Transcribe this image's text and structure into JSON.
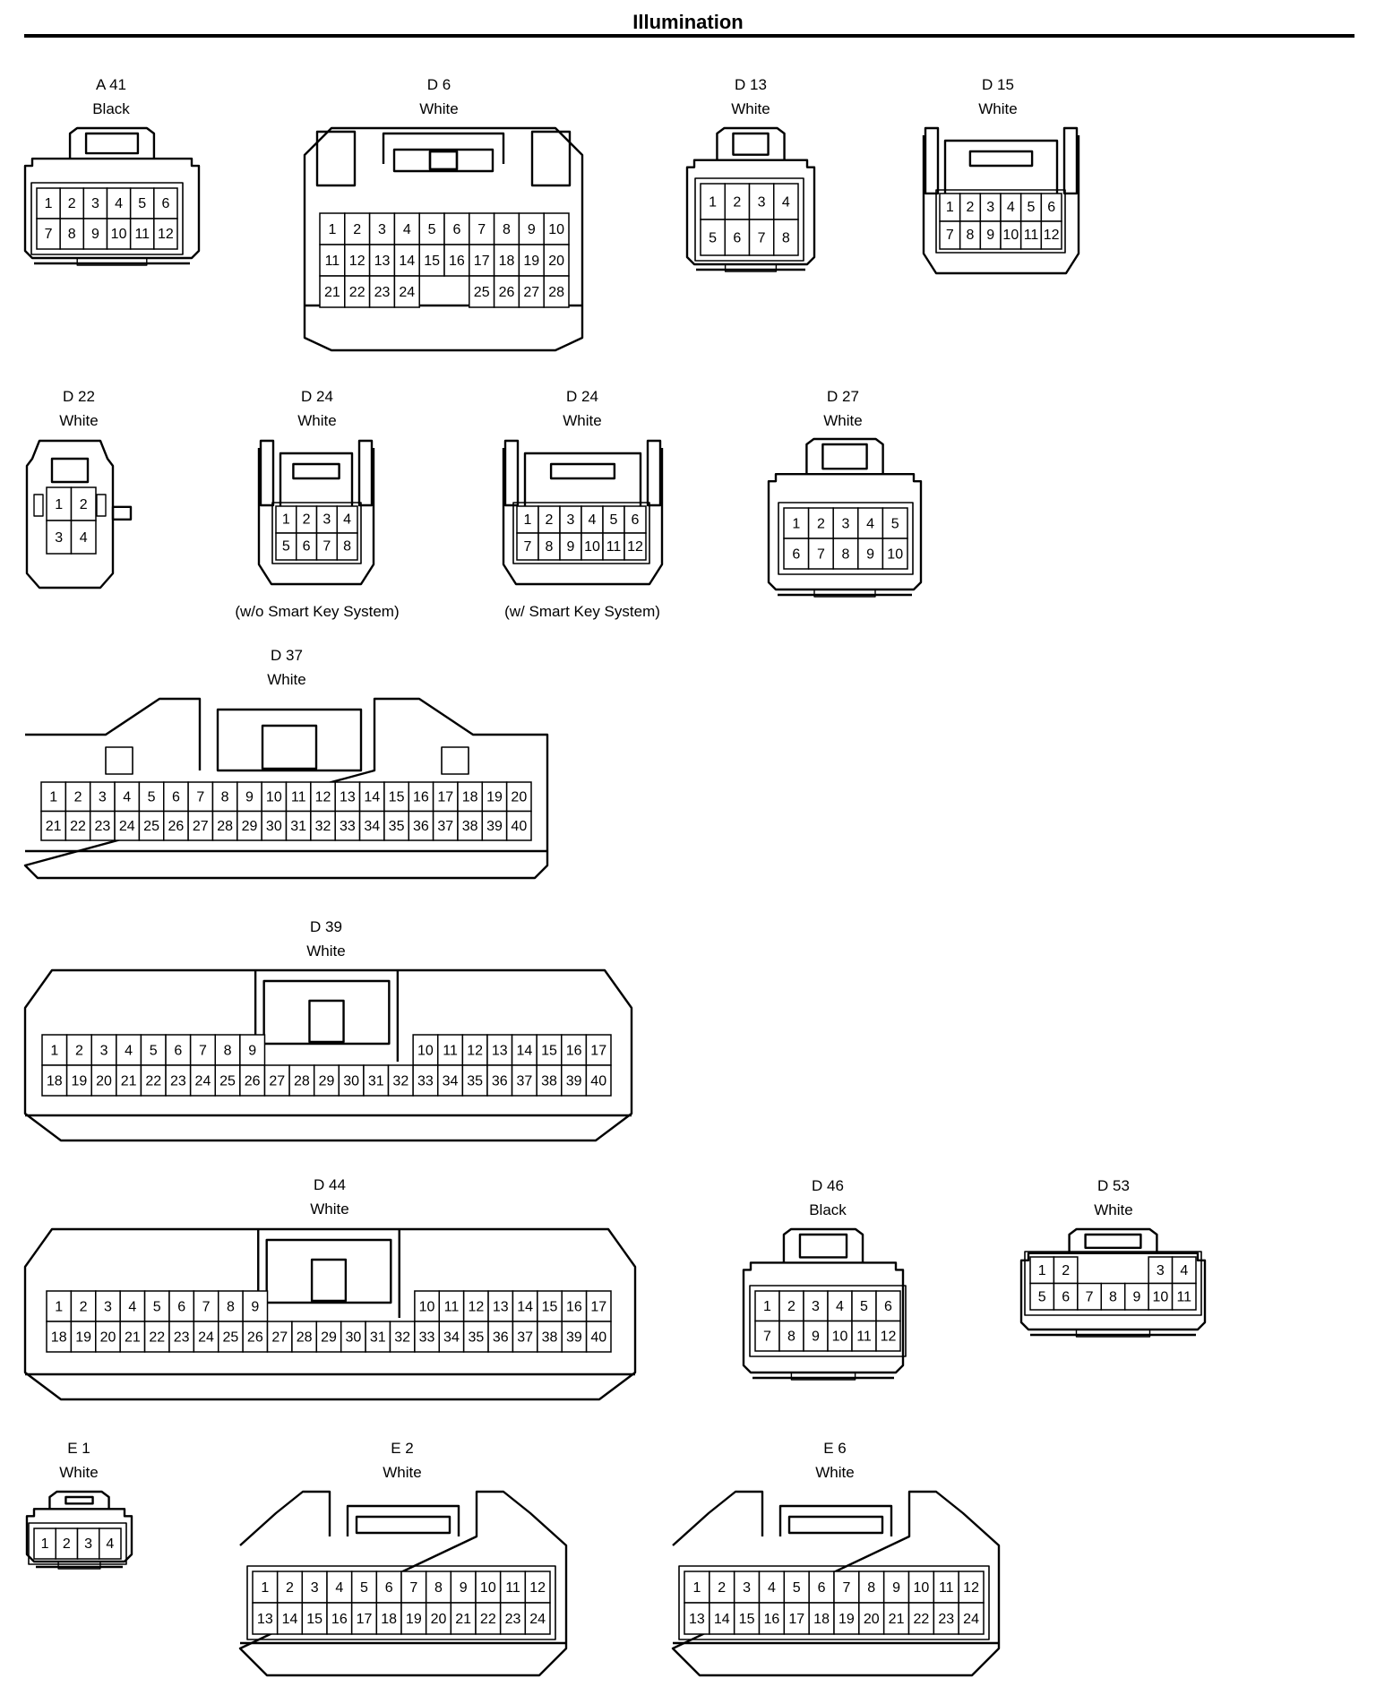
{
  "page": {
    "title": "Illumination"
  },
  "connectors": [
    {
      "id": "A 41",
      "color": "Black",
      "rows": [
        [
          1,
          2,
          3,
          4,
          5,
          6
        ],
        [
          7,
          8,
          9,
          10,
          11,
          12
        ]
      ]
    },
    {
      "id": "D 6",
      "color": "White",
      "rows": [
        [
          1,
          2,
          3,
          4,
          5,
          6,
          7,
          8,
          9,
          10
        ],
        [
          11,
          12,
          13,
          14,
          15,
          16,
          17,
          18,
          19,
          20
        ],
        [
          21,
          22,
          23,
          24,
          null,
          null,
          25,
          26,
          27,
          28
        ]
      ]
    },
    {
      "id": "D 13",
      "color": "White",
      "rows": [
        [
          1,
          2,
          3,
          4
        ],
        [
          5,
          6,
          7,
          8
        ]
      ]
    },
    {
      "id": "D 15",
      "color": "White",
      "rows": [
        [
          1,
          2,
          3,
          4,
          5,
          6
        ],
        [
          7,
          8,
          9,
          10,
          11,
          12
        ]
      ]
    },
    {
      "id": "D 22",
      "color": "White",
      "rows": [
        [
          1,
          2
        ],
        [
          3,
          4
        ]
      ]
    },
    {
      "id": "D 24",
      "color": "White",
      "rows": [
        [
          1,
          2,
          3,
          4
        ],
        [
          5,
          6,
          7,
          8
        ]
      ],
      "note": "(w/o Smart Key System)"
    },
    {
      "id": "D 24",
      "color": "White",
      "rows": [
        [
          1,
          2,
          3,
          4,
          5,
          6
        ],
        [
          7,
          8,
          9,
          10,
          11,
          12
        ]
      ],
      "note": "(w/ Smart Key System)"
    },
    {
      "id": "D 27",
      "color": "White",
      "rows": [
        [
          1,
          2,
          3,
          4,
          5
        ],
        [
          6,
          7,
          8,
          9,
          10
        ]
      ]
    },
    {
      "id": "D 37",
      "color": "White",
      "rows": [
        [
          1,
          2,
          3,
          4,
          5,
          6,
          7,
          8,
          9,
          10,
          11,
          12,
          13,
          14,
          15,
          16,
          17,
          18,
          19,
          20
        ],
        [
          21,
          22,
          23,
          24,
          25,
          26,
          27,
          28,
          29,
          30,
          31,
          32,
          33,
          34,
          35,
          36,
          37,
          38,
          39,
          40
        ]
      ]
    },
    {
      "id": "D 39",
      "color": "White",
      "rows": [
        [
          1,
          2,
          3,
          4,
          5,
          6,
          7,
          8,
          9,
          null,
          null,
          null,
          null,
          null,
          null,
          10,
          11,
          12,
          13,
          14,
          15,
          16,
          17
        ],
        [
          18,
          19,
          20,
          21,
          22,
          23,
          24,
          25,
          26,
          27,
          28,
          29,
          30,
          31,
          32,
          33,
          34,
          35,
          36,
          37,
          38,
          39,
          40
        ]
      ]
    },
    {
      "id": "D 44",
      "color": "White",
      "rows": [
        [
          1,
          2,
          3,
          4,
          5,
          6,
          7,
          8,
          9,
          null,
          null,
          null,
          null,
          null,
          null,
          10,
          11,
          12,
          13,
          14,
          15,
          16,
          17
        ],
        [
          18,
          19,
          20,
          21,
          22,
          23,
          24,
          25,
          26,
          27,
          28,
          29,
          30,
          31,
          32,
          33,
          34,
          35,
          36,
          37,
          38,
          39,
          40
        ]
      ]
    },
    {
      "id": "D 46",
      "color": "Black",
      "rows": [
        [
          1,
          2,
          3,
          4,
          5,
          6
        ],
        [
          7,
          8,
          9,
          10,
          11,
          12
        ]
      ]
    },
    {
      "id": "D 53",
      "color": "White",
      "rows": [
        [
          1,
          2,
          null,
          null,
          null,
          3,
          4
        ],
        [
          5,
          6,
          7,
          8,
          9,
          10,
          11
        ]
      ]
    },
    {
      "id": "E 1",
      "color": "White",
      "rows": [
        [
          1,
          2,
          3,
          4
        ]
      ]
    },
    {
      "id": "E 2",
      "color": "White",
      "rows": [
        [
          1,
          2,
          3,
          4,
          5,
          6,
          7,
          8,
          9,
          10,
          11,
          12
        ],
        [
          13,
          14,
          15,
          16,
          17,
          18,
          19,
          20,
          21,
          22,
          23,
          24
        ]
      ]
    },
    {
      "id": "E 6",
      "color": "White",
      "rows": [
        [
          1,
          2,
          3,
          4,
          5,
          6,
          7,
          8,
          9,
          10,
          11,
          12
        ],
        [
          13,
          14,
          15,
          16,
          17,
          18,
          19,
          20,
          21,
          22,
          23,
          24
        ]
      ]
    }
  ]
}
